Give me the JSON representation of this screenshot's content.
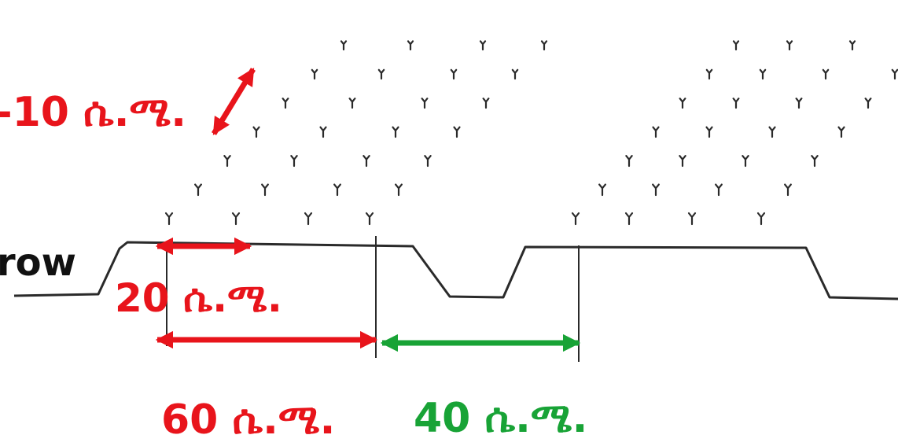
{
  "labels": {
    "plant_spacing": "-10 ሴ.ሜ.",
    "furrow": "row",
    "row_spacing": "20 ሴ.ሜ.",
    "ridge_width": "60 ሴ.ሜ.",
    "furrow_width": "40 ሴ.ሜ."
  },
  "colors": {
    "red": "#e8141b",
    "green": "#18a336",
    "ink": "#2a2a2a"
  }
}
